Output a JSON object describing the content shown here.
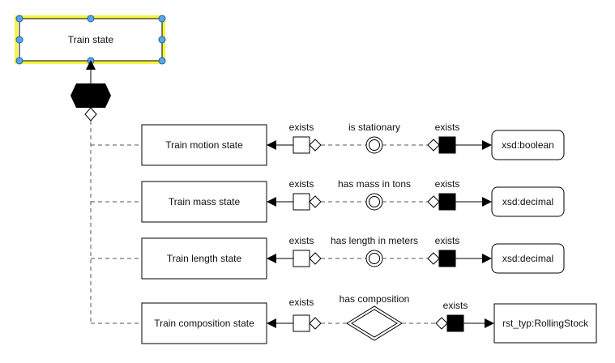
{
  "root": {
    "label": "Train state"
  },
  "rows": [
    {
      "entity": "Train motion state",
      "left_label": "exists",
      "relation": "is stationary",
      "relation_kind": "attribute",
      "right_label": "exists",
      "target": "xsd:boolean"
    },
    {
      "entity": "Train mass state",
      "left_label": "exists",
      "relation": "has mass in tons",
      "relation_kind": "attribute",
      "right_label": "exists",
      "target": "xsd:decimal"
    },
    {
      "entity": "Train length state",
      "left_label": "exists",
      "relation": "has length in meters",
      "relation_kind": "attribute",
      "right_label": "exists",
      "target": "xsd:decimal"
    },
    {
      "entity": "Train composition state",
      "left_label": "exists",
      "relation": "has composition",
      "relation_kind": "relationship",
      "right_label": "exists",
      "target": "rst_typ:RollingStock"
    }
  ],
  "colors": {
    "selection_outline": "#f5f542",
    "handle_fill": "#5aa7e8",
    "ink": "#000000",
    "connector": "#555555"
  }
}
